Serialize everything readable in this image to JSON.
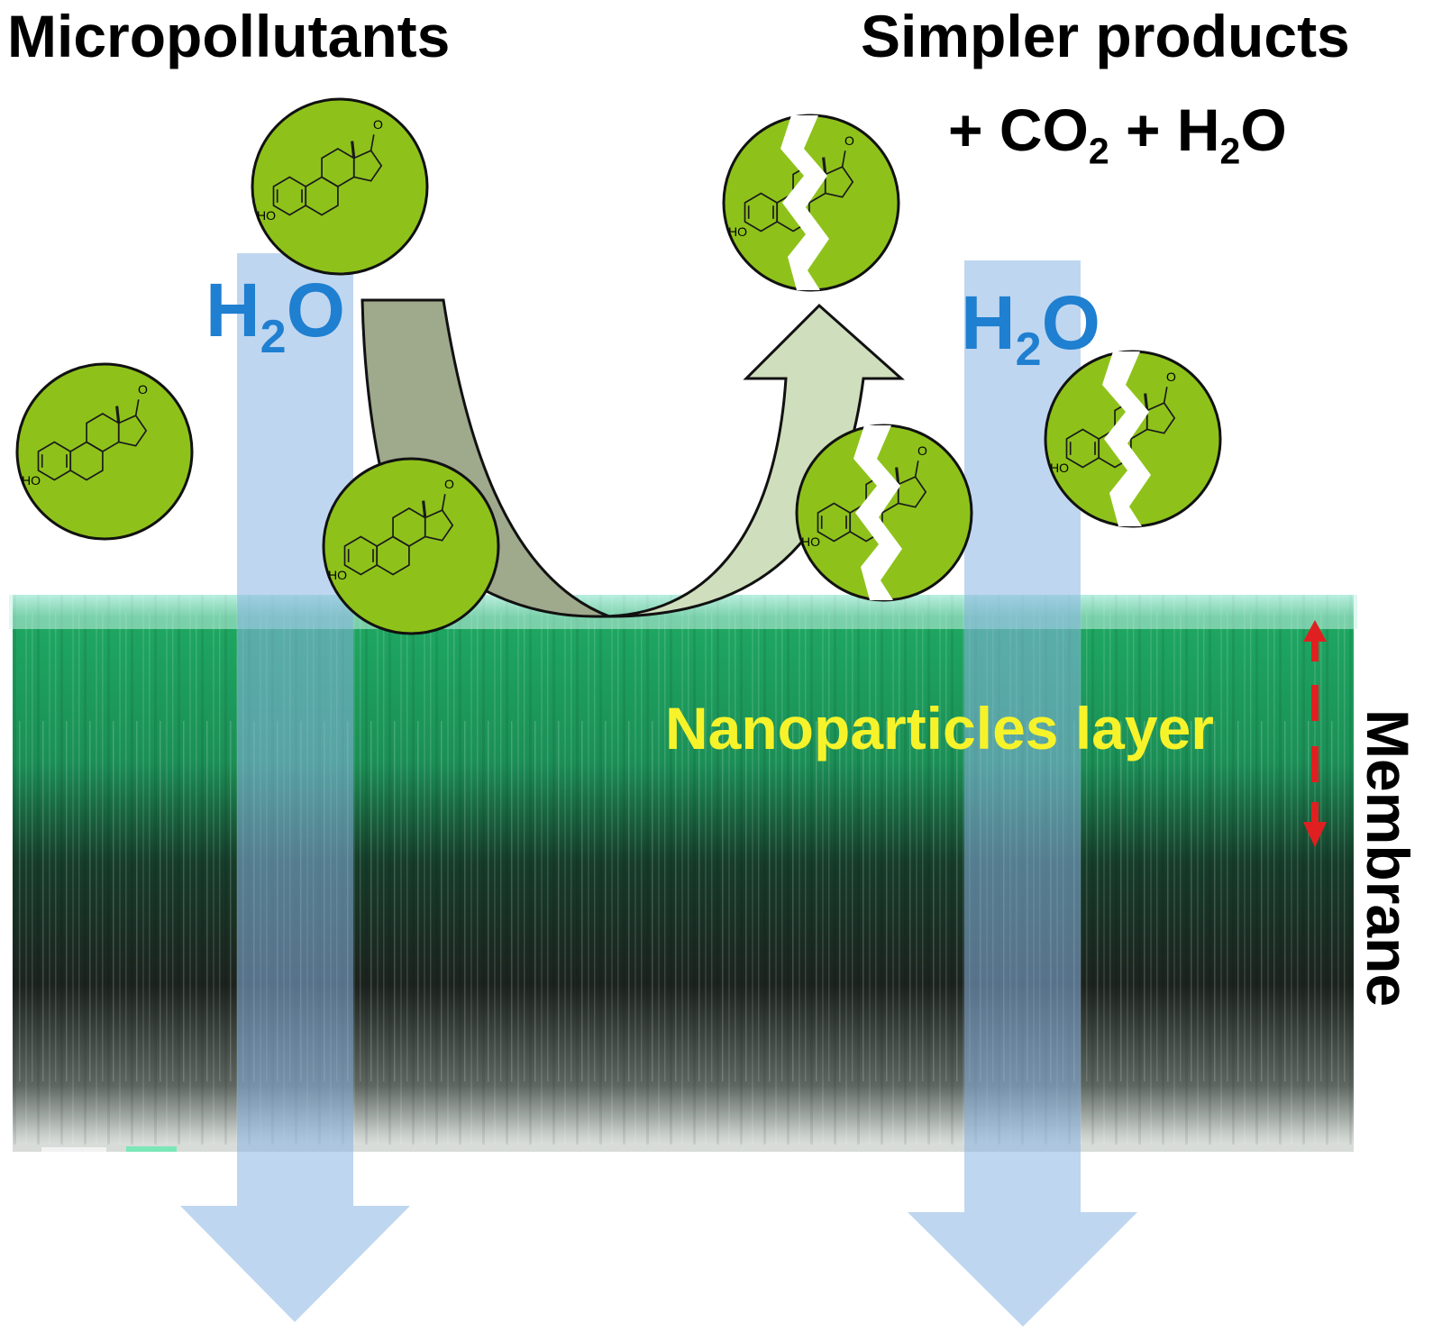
{
  "labels": {
    "micropollutants": "Micropollutants",
    "simpler_products": "Simpler products",
    "byproducts": {
      "plus1": "+ CO",
      "sub1": "2",
      "plus2": " + H",
      "sub2": "2",
      "tail": "O"
    },
    "water_left": {
      "main": "H",
      "sub": "2",
      "tail": "O"
    },
    "water_right": {
      "main": "H",
      "sub": "2",
      "tail": "O"
    },
    "nanoparticles_layer": "Nanoparticles layer",
    "membrane": "Membrane",
    "molecule_ho": "HO",
    "molecule_o": "O"
  },
  "colors": {
    "molecule_fill": "#8ec21b",
    "water_flow": "#a9c9ea",
    "water_text": "#1f7fd0",
    "layer_text": "#f7f32a",
    "arrow_down": "#9fa98c",
    "arrow_up": "#cfdfbd",
    "indicator": "#e02020",
    "membrane_top": "#1c9a5a",
    "membrane_bottom": "#1a1f1a"
  },
  "molecules": [
    {
      "id": "intact-1",
      "state": "intact"
    },
    {
      "id": "intact-2",
      "state": "intact"
    },
    {
      "id": "intact-3",
      "state": "intact"
    },
    {
      "id": "degraded-1",
      "state": "degraded"
    },
    {
      "id": "degraded-2",
      "state": "degraded"
    },
    {
      "id": "degraded-3",
      "state": "degraded"
    }
  ]
}
